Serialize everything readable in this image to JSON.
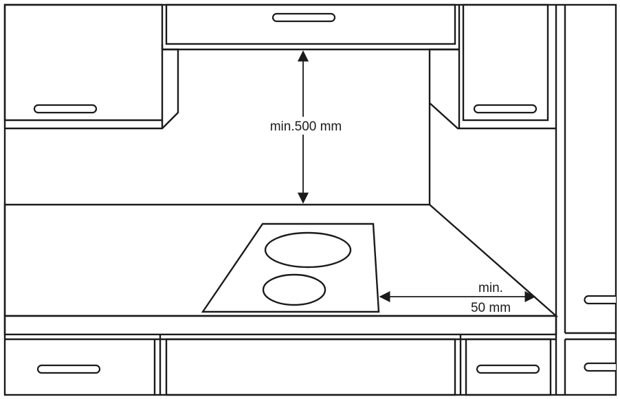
{
  "colors": {
    "line": "#1a1a1a",
    "worktop": "#bfc0c1",
    "background": "#ffffff"
  },
  "dimensions": {
    "vertical_clearance": "min.500 mm",
    "side_clearance_line1": "min.",
    "side_clearance_line2": "50 mm"
  }
}
